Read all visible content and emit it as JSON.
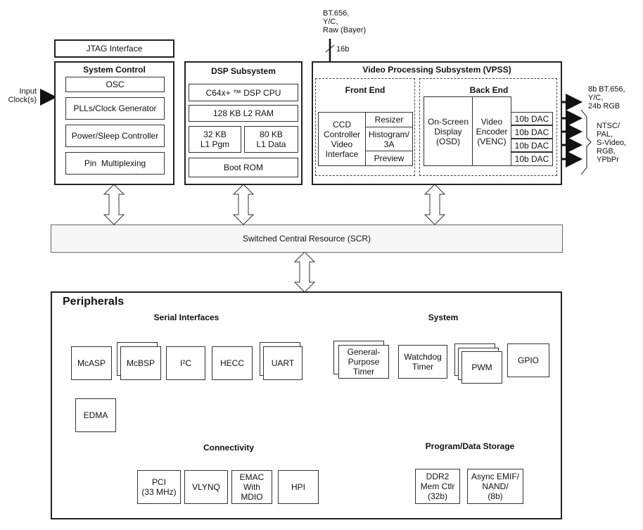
{
  "jtag": "JTAG Interface",
  "input_clock": "Input\nClock(s)",
  "system_control": {
    "title": "System Control",
    "items": [
      "OSC",
      "PLLs/Clock Generator",
      "Power/Sleep Controller",
      "Pin  Multiplexing"
    ]
  },
  "dsp": {
    "title": "DSP Subsystem",
    "cpu": "C64x+ ™ DSP CPU",
    "l2": "128 KB L2 RAM",
    "l1p": "32 KB\nL1 Pgm",
    "l1d": "80 KB\nL1 Data",
    "boot": "Boot ROM"
  },
  "vpss": {
    "title": "Video Processing Subsystem (VPSS)",
    "input_top": "BT.656,\nY/C,\nRaw (Bayer)",
    "bus_width": "16b",
    "front_end": {
      "title": "Front End",
      "ccd": "CCD\nController\nVideo\nInterface",
      "resizer": "Resizer",
      "histogram": "Histogram/\n3A",
      "preview": "Preview"
    },
    "back_end": {
      "title": "Back End",
      "osd": "On-Screen\nDisplay\n(OSD)",
      "venc": "Video\nEncoder\n(VENC)",
      "dacs": [
        "10b DAC",
        "10b DAC",
        "10b DAC",
        "10b DAC"
      ]
    },
    "out_digital": "8b BT.656,\nY/C,\n24b RGB",
    "out_analog": "NTSC/\nPAL,\nS-Video,\nRGB,\nYPbPr"
  },
  "scr": "Switched Central Resource (SCR)",
  "peripherals": {
    "title": "Peripherals",
    "serial": {
      "title": "Serial Interfaces",
      "items": [
        "McASP",
        "McBSP",
        "I²C",
        "HECC",
        "UART"
      ]
    },
    "edma": "EDMA",
    "system": {
      "title": "System",
      "items": [
        "General-\nPurpose\nTimer",
        "Watchdog\nTimer",
        "PWM",
        "GPIO"
      ]
    },
    "connectivity": {
      "title": "Connectivity",
      "items": [
        "PCI\n(33 MHz)",
        "VLYNQ",
        "EMAC\nWith\nMDIO",
        "HPI"
      ]
    },
    "storage": {
      "title": "Program/Data Storage",
      "items": [
        "DDR2\nMem Ctlr\n(32b)",
        "Async EMIF/\nNAND/\n(8b)"
      ]
    }
  }
}
